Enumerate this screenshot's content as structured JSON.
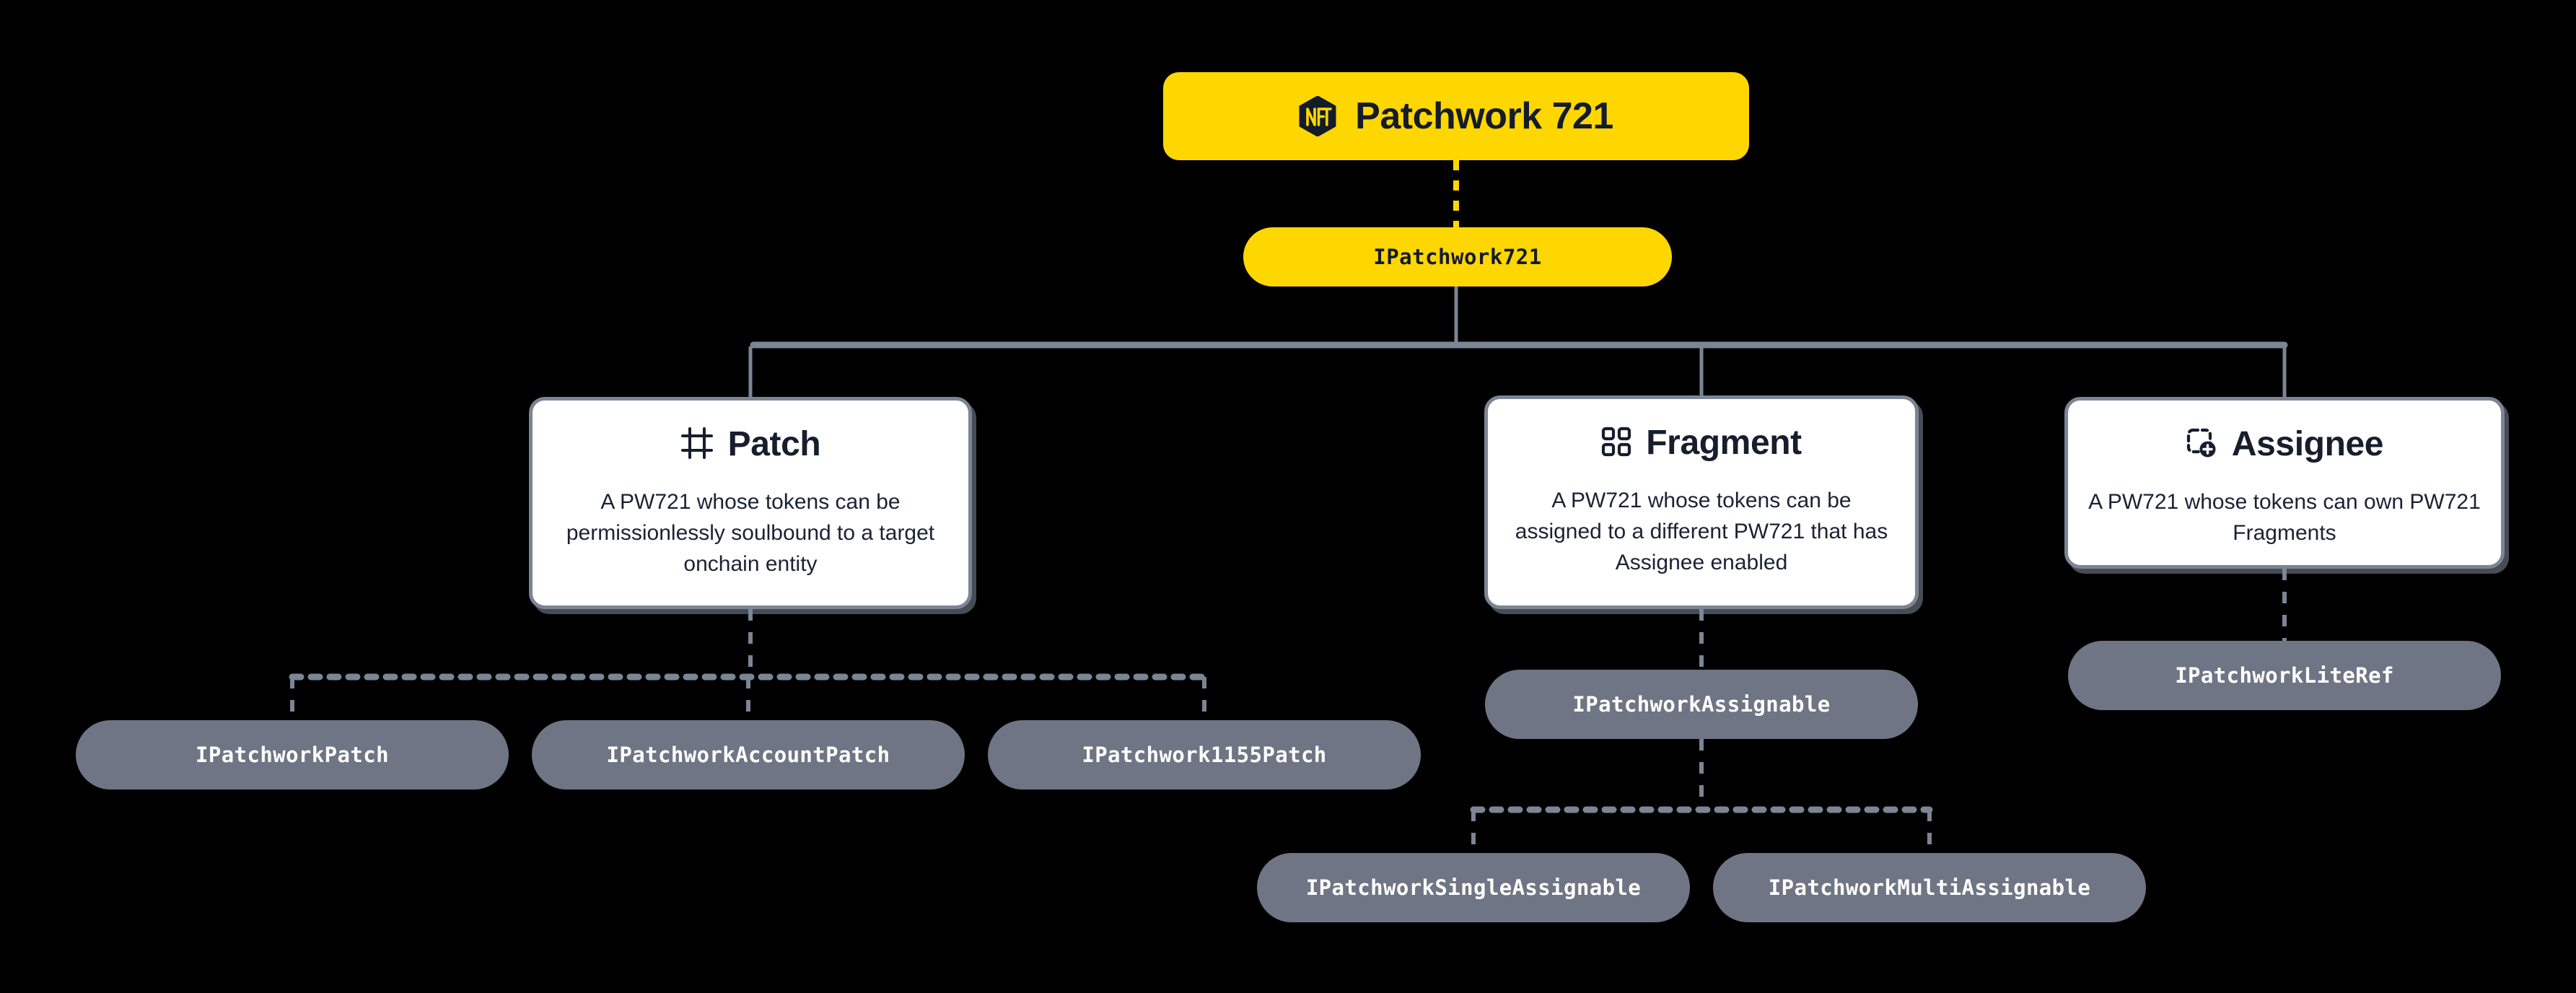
{
  "theme": {
    "background": "#000000",
    "accent_yellow": "#FFD700",
    "pill_gray": "#6F7584",
    "card_border": "#7b8594",
    "card_fill": "#FFFFFF",
    "dark_text": "#141B2B",
    "connector_gray": "#7b8594"
  },
  "root": {
    "icon": "nft-hexagon-icon",
    "title": "Patchwork 721"
  },
  "root_interface": {
    "label": "IPatchwork721"
  },
  "cards": [
    {
      "id": "patch",
      "icon": "frame-crop-icon",
      "title": "Patch",
      "description": "A PW721 whose tokens can be permissionlessly soulbound to a target onchain entity"
    },
    {
      "id": "fragment",
      "icon": "grid-four-squares-icon",
      "title": "Fragment",
      "description": "A PW721 whose tokens can be assigned to a different PW721 that has Assignee enabled"
    },
    {
      "id": "assignee",
      "icon": "dashed-square-plus-icon",
      "title": "Assignee",
      "description": "A PW721 whose tokens can own PW721 Fragments"
    }
  ],
  "interfaces": {
    "patch": [
      {
        "id": "pill-patch",
        "label": "IPatchworkPatch"
      },
      {
        "id": "pill-accountpatch",
        "label": "IPatchworkAccountPatch"
      },
      {
        "id": "pill-1155patch",
        "label": "IPatchwork1155Patch"
      }
    ],
    "fragment": [
      {
        "id": "pill-assignable",
        "label": "IPatchworkAssignable"
      },
      {
        "id": "pill-single",
        "label": "IPatchworkSingleAssignable"
      },
      {
        "id": "pill-multi",
        "label": "IPatchworkMultiAssignable"
      }
    ],
    "assignee": [
      {
        "id": "pill-literef",
        "label": "IPatchworkLiteRef"
      }
    ]
  }
}
